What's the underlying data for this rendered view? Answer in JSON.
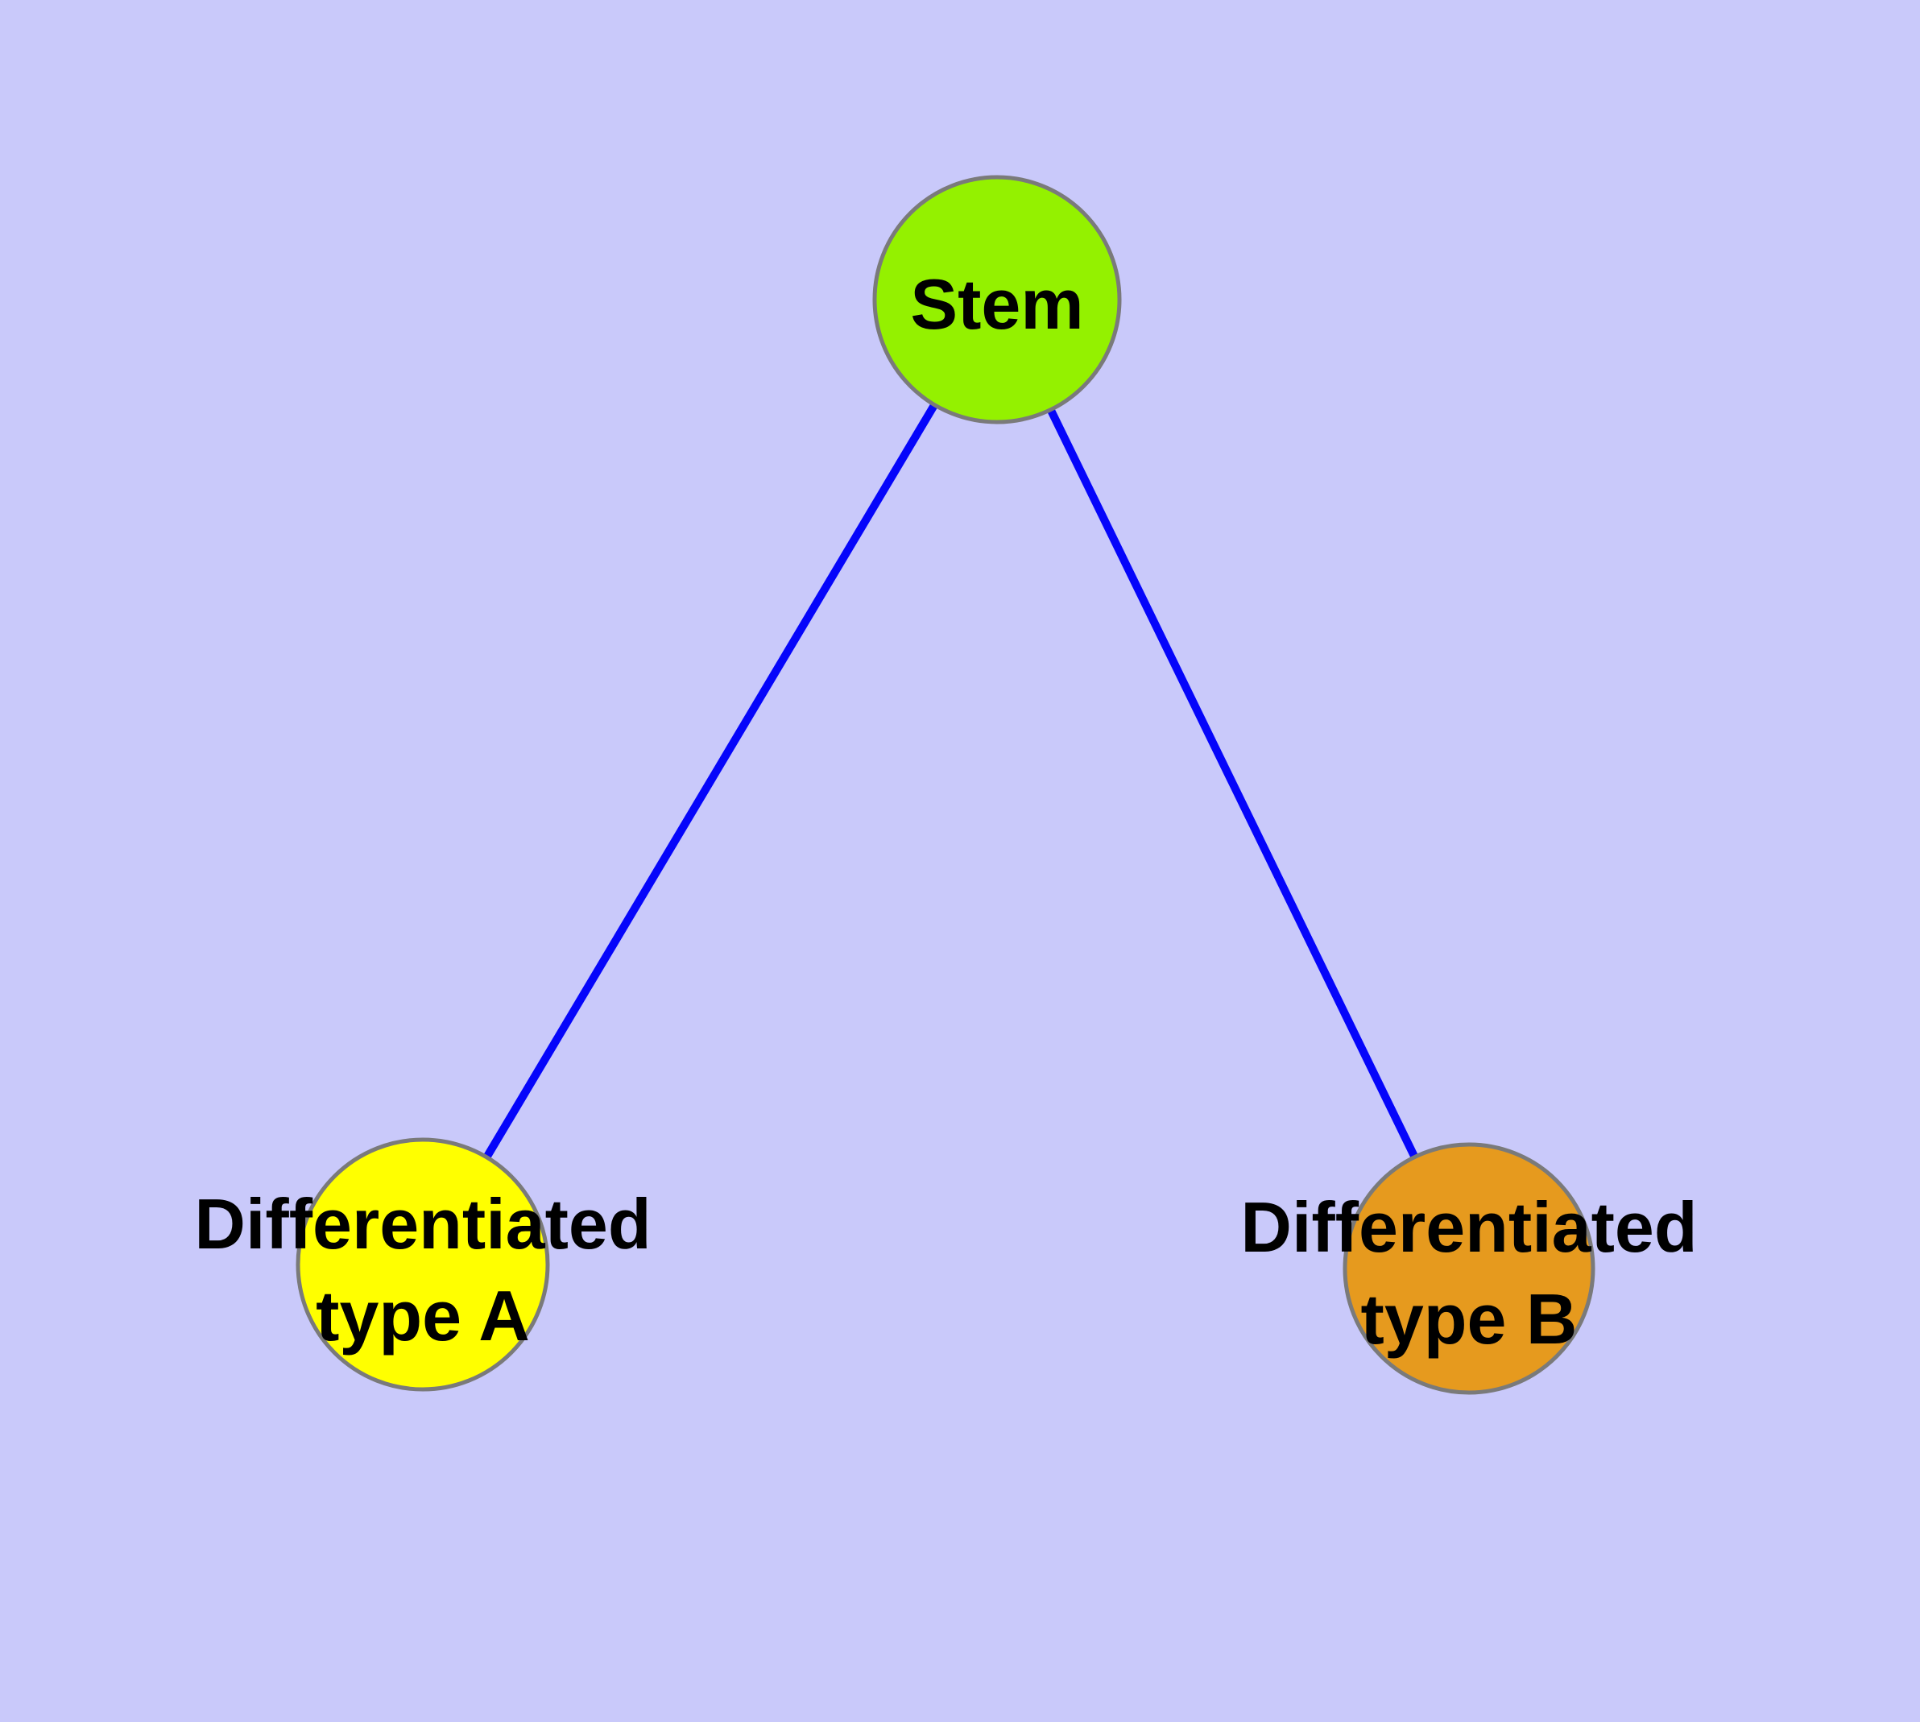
{
  "diagram": {
    "background_color": "#c9c9fa",
    "edge_color": "#0505fa",
    "node_border_color": "#7a7a7a",
    "text_color": "#000000",
    "nodes": [
      {
        "id": "stem",
        "label": "Stem",
        "fill": "#94f100"
      },
      {
        "id": "type-a",
        "label_line1": "Differentiated",
        "label_line2": "type A",
        "fill": "#ffff00"
      },
      {
        "id": "type-b",
        "label_line1": "Differentiated",
        "label_line2": "type B",
        "fill": "#e69a1e"
      }
    ],
    "edges": [
      {
        "from": "Stem",
        "to": "Differentiated type A"
      },
      {
        "from": "Stem",
        "to": "Differentiated type B"
      }
    ]
  }
}
